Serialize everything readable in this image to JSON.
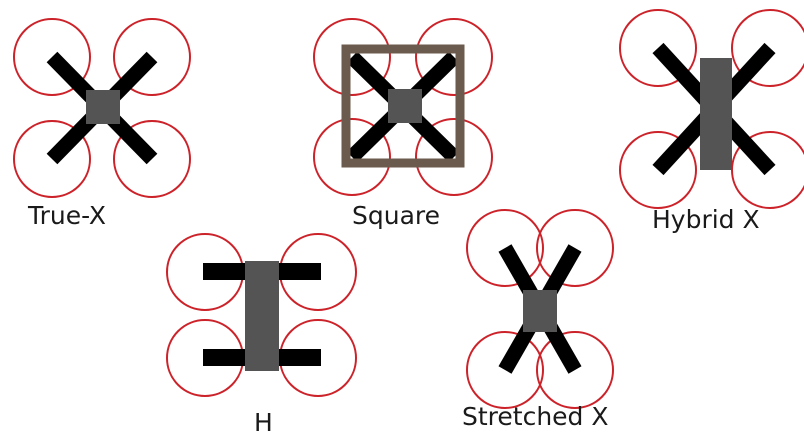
{
  "colors": {
    "background": "#ffffff",
    "prop_ring": "#cc2229",
    "arm": "#000000",
    "body": "#545454",
    "frame": "#6b5a4e",
    "text": "#1a1a1a"
  },
  "configurations": [
    {
      "id": "true-x",
      "label": "True-X"
    },
    {
      "id": "square",
      "label": "Square"
    },
    {
      "id": "hybrid-x",
      "label": "Hybrid X"
    },
    {
      "id": "h",
      "label": "H"
    },
    {
      "id": "stretched-x",
      "label": "Stretched X"
    }
  ]
}
